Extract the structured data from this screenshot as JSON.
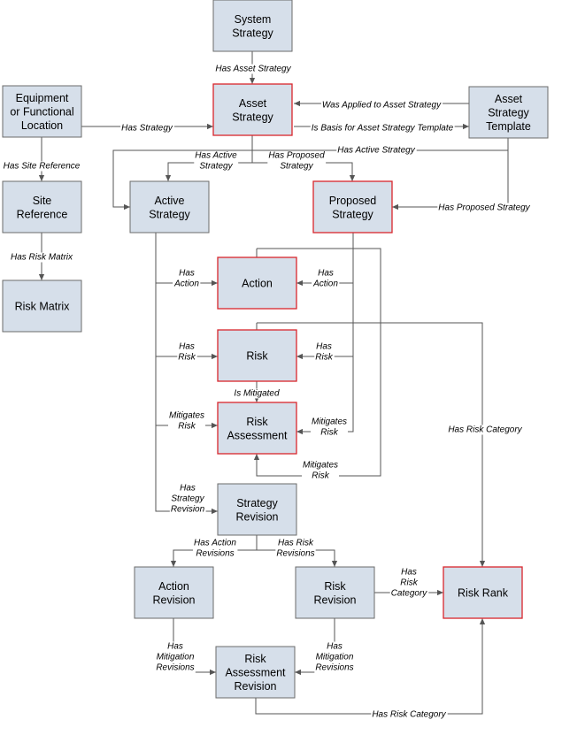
{
  "nodes": {
    "system_strategy": {
      "lines": [
        "System",
        "Strategy"
      ],
      "highlight": false
    },
    "asset_strategy": {
      "lines": [
        "Asset",
        "Strategy"
      ],
      "highlight": true
    },
    "asset_strategy_template": {
      "lines": [
        "Asset",
        "Strategy",
        "Template"
      ],
      "highlight": false
    },
    "equipment": {
      "lines": [
        "Equipment",
        "or Functional",
        "Location"
      ],
      "highlight": false
    },
    "site_reference": {
      "lines": [
        "Site",
        "Reference"
      ],
      "highlight": false
    },
    "risk_matrix": {
      "lines": [
        "Risk Matrix"
      ],
      "highlight": false
    },
    "active_strategy": {
      "lines": [
        "Active",
        "Strategy"
      ],
      "highlight": false
    },
    "proposed_strategy": {
      "lines": [
        "Proposed",
        "Strategy"
      ],
      "highlight": true
    },
    "action": {
      "lines": [
        "Action"
      ],
      "highlight": true
    },
    "risk": {
      "lines": [
        "Risk"
      ],
      "highlight": true
    },
    "risk_assessment": {
      "lines": [
        "Risk",
        "Assessment"
      ],
      "highlight": true
    },
    "strategy_revision": {
      "lines": [
        "Strategy",
        "Revision"
      ],
      "highlight": false
    },
    "action_revision": {
      "lines": [
        "Action",
        "Revision"
      ],
      "highlight": false
    },
    "risk_revision": {
      "lines": [
        "Risk",
        "Revision"
      ],
      "highlight": false
    },
    "risk_rank": {
      "lines": [
        "Risk Rank"
      ],
      "highlight": true
    },
    "risk_assessment_revision": {
      "lines": [
        "Risk",
        "Assessment",
        "Revision"
      ],
      "highlight": false
    }
  },
  "edge_labels": {
    "has_asset_strategy": [
      "Has Asset Strategy"
    ],
    "was_applied": [
      "Was Applied to Asset Strategy"
    ],
    "is_basis": [
      "Is Basis for Asset Strategy Template"
    ],
    "has_strategy": [
      "Has Strategy"
    ],
    "has_active_strategy_top": [
      "Has Active Strategy"
    ],
    "has_site_reference": [
      "Has Site Reference"
    ],
    "has_active_strategy": [
      "Has Active",
      "Strategy"
    ],
    "has_proposed_strategy": [
      "Has Proposed",
      "Strategy"
    ],
    "has_proposed_strategy_right": [
      "Has Proposed Strategy"
    ],
    "has_risk_matrix": [
      "Has Risk Matrix"
    ],
    "has_action_left": [
      "Has",
      "Action"
    ],
    "has_action_right": [
      "Has",
      "Action"
    ],
    "has_risk_left": [
      "Has",
      "Risk"
    ],
    "has_risk_right": [
      "Has",
      "Risk"
    ],
    "is_mitigated": [
      "Is Mitigated"
    ],
    "mitigates_risk_left": [
      "Mitigates",
      "Risk"
    ],
    "mitigates_risk_mid": [
      "Mitigates",
      "Risk"
    ],
    "mitigates_risk_bottom": [
      "Mitigates",
      "Risk"
    ],
    "has_risk_category_long": [
      "Has Risk Category"
    ],
    "has_strategy_revision": [
      "Has",
      "Strategy",
      "Revision"
    ],
    "has_action_revisions": [
      "Has Action",
      "Revisions"
    ],
    "has_risk_revisions": [
      "Has Risk",
      "Revisions"
    ],
    "has_risk_category_short": [
      "Has",
      "Risk",
      "Category"
    ],
    "has_mitigation_revisions_left": [
      "Has",
      "Mitigation",
      "Revisions"
    ],
    "has_mitigation_revisions_right": [
      "Has",
      "Mitigation",
      "Revisions"
    ],
    "has_risk_category_bottom": [
      "Has Risk Category"
    ]
  }
}
